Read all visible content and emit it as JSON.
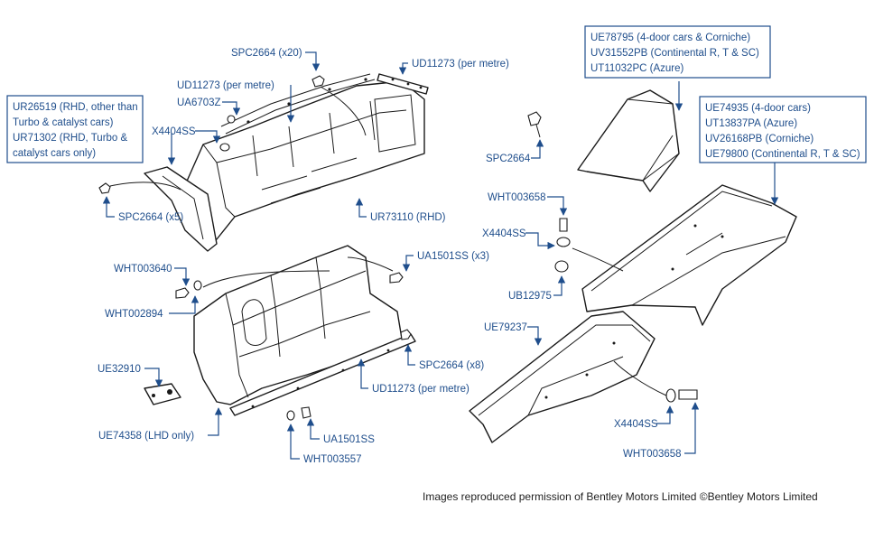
{
  "callouts": {
    "spc2664_x20": "SPC2664 (x20)",
    "ud11273_top": "UD11273 (per metre)",
    "ud11273_mid": "UD11273 (per metre)",
    "ua6703z": "UA6703Z",
    "x4404ss_left": "X4404SS",
    "spc2664_x5": "SPC2664 (x5)",
    "ur73110": "UR73110 (RHD)",
    "wht003640": "WHT003640",
    "ua1501ss_x3": "UA1501SS (x3)",
    "wht002894": "WHT002894",
    "ue32910": "UE32910",
    "spc2664_x8": "SPC2664 (x8)",
    "ud11273_bottom": "UD11273 (per metre)",
    "ue74358": "UE74358 (LHD only)",
    "ua1501ss": "UA1501SS",
    "wht003557": "WHT003557",
    "spc2664_right": "SPC2664",
    "wht003658_top": "WHT003658",
    "x4404ss_mid": "X4404SS",
    "ub12975": "UB12975",
    "ue79237": "UE79237",
    "x4404ss_bottom": "X4404SS",
    "wht003658_bottom": "WHT003658"
  },
  "boxes": {
    "ur_box": [
      "UR26519 (RHD, other than",
      "Turbo & catalyst cars)",
      "UR71302 (RHD, Turbo &",
      "catalyst cars only)"
    ],
    "ue78795_box": [
      "UE78795 (4-door cars & Corniche)",
      "UV31552PB (Continental R, T & SC)",
      "UT11032PC (Azure)"
    ],
    "ue74935_box": [
      "UE74935 (4-door cars)",
      "UT13837PA (Azure)",
      "UV26168PB (Corniche)",
      "UE79800 (Continental R, T & SC)"
    ]
  },
  "caption": "Images reproduced permission of Bentley Motors Limited ©Bentley Motors Limited",
  "colors": {
    "label_blue": "#1f4e8c",
    "line_black": "#1a1a1a"
  }
}
